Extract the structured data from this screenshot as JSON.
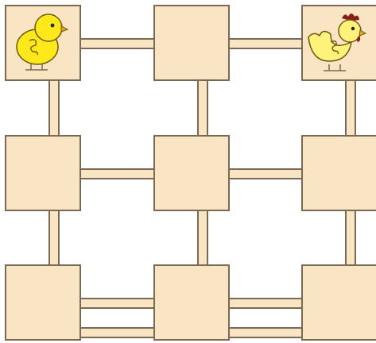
{
  "colors": {
    "background": "#ffffff",
    "cell_fill": "#f9e4c3",
    "cell_stroke": "#7a6a55",
    "chick_body": "#ffe81a",
    "chick_stroke": "#6b5a10",
    "hen_body": "#fff27a",
    "hen_comb": "#8b1a1a",
    "beak": "#f2a31b",
    "feet": "#7a6a55"
  },
  "board": {
    "rows": 3,
    "cols": 3,
    "pieces": [
      {
        "name": "chick",
        "icon": "chick-icon",
        "row": 0,
        "col": 0
      },
      {
        "name": "hen",
        "icon": "hen-icon",
        "row": 0,
        "col": 2
      }
    ]
  }
}
